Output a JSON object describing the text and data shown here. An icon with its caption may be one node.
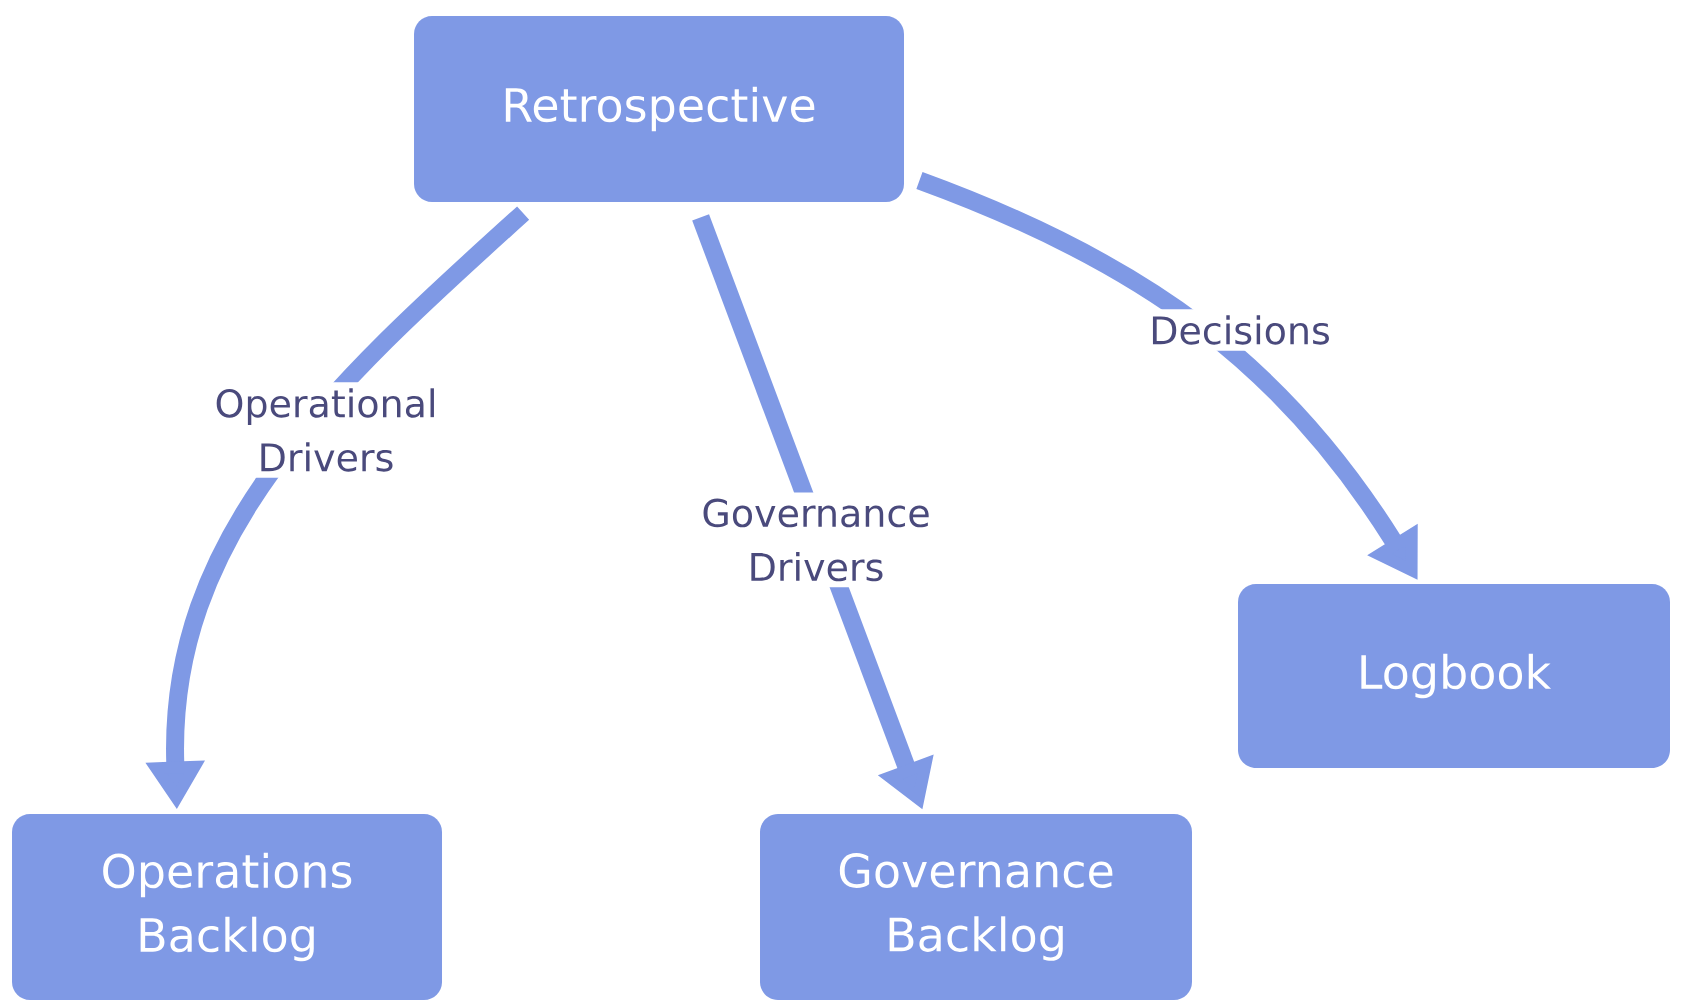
{
  "diagram": {
    "nodes": [
      {
        "text": [
          "Retrospective"
        ]
      },
      {
        "text": [
          "Operations Backlog"
        ]
      },
      {
        "text": [
          "Governance Backlog"
        ]
      },
      {
        "text": [
          "Logbook"
        ]
      }
    ],
    "edges": [
      {
        "from": 0,
        "to": 1,
        "arrow": "to",
        "label": "Operational Drivers"
      },
      {
        "from": 0,
        "to": 2,
        "arrow": "to",
        "label": "Governance Drivers"
      },
      {
        "from": 0,
        "to": 3,
        "arrow": "to",
        "label": "Decisions"
      }
    ]
  }
}
